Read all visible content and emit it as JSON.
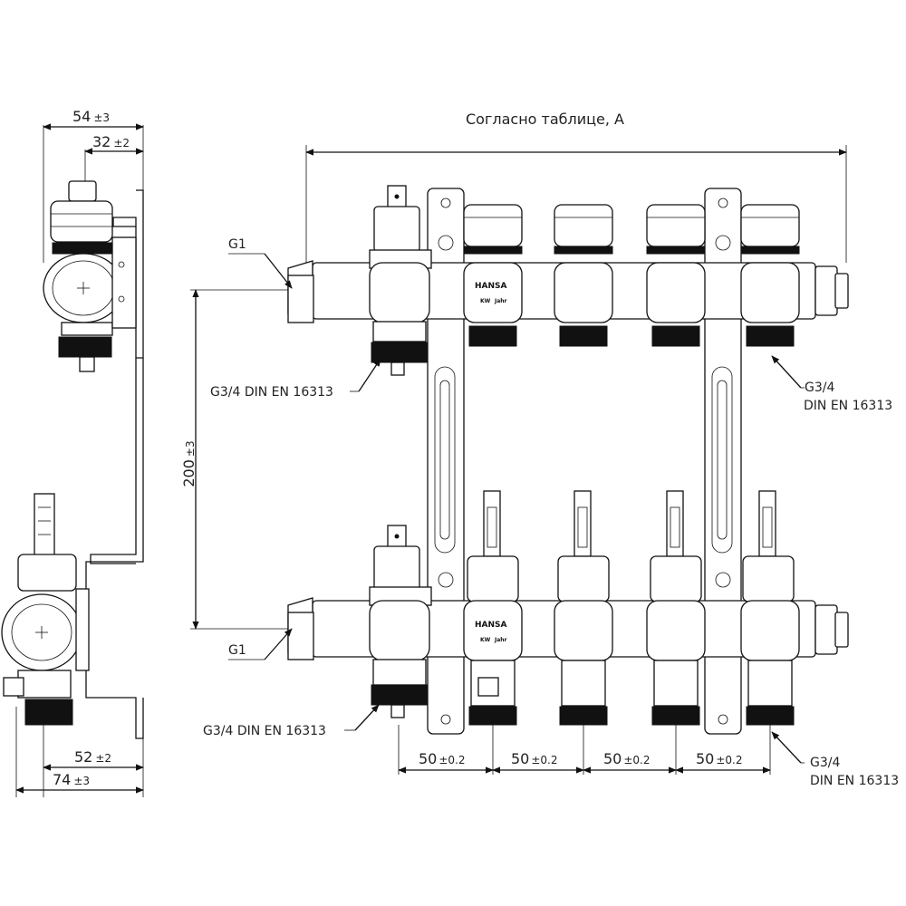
{
  "title": "Согласно таблице, А",
  "dimensions": {
    "side_top_outer": "54",
    "side_top_outer_tol": "±3",
    "side_top_inner": "32",
    "side_top_inner_tol": "±2",
    "side_bottom_inner": "52",
    "side_bottom_inner_tol": "±2",
    "side_bottom_outer": "74",
    "side_bottom_outer_tol": "±3",
    "vertical_spacing": "200",
    "vertical_spacing_tol": "±3",
    "pitch": [
      "50",
      "50",
      "50",
      "50"
    ],
    "pitch_tol": "±0.2"
  },
  "connections": {
    "main_top": "G1",
    "main_bottom": "G1",
    "eurocone_top_left": "G3/4 DIN EN 16313",
    "eurocone_bottom_left": "G3/4 DIN EN 16313",
    "outlet_top_right_line1": "G3/4",
    "outlet_top_right_line2": "DIN EN 16313",
    "outlet_bottom_right_line1": "G3/4",
    "outlet_bottom_right_line2": "DIN EN 16313"
  },
  "branding": {
    "brand": "HANSA",
    "kw": "KW",
    "jahr": "Jahr"
  }
}
